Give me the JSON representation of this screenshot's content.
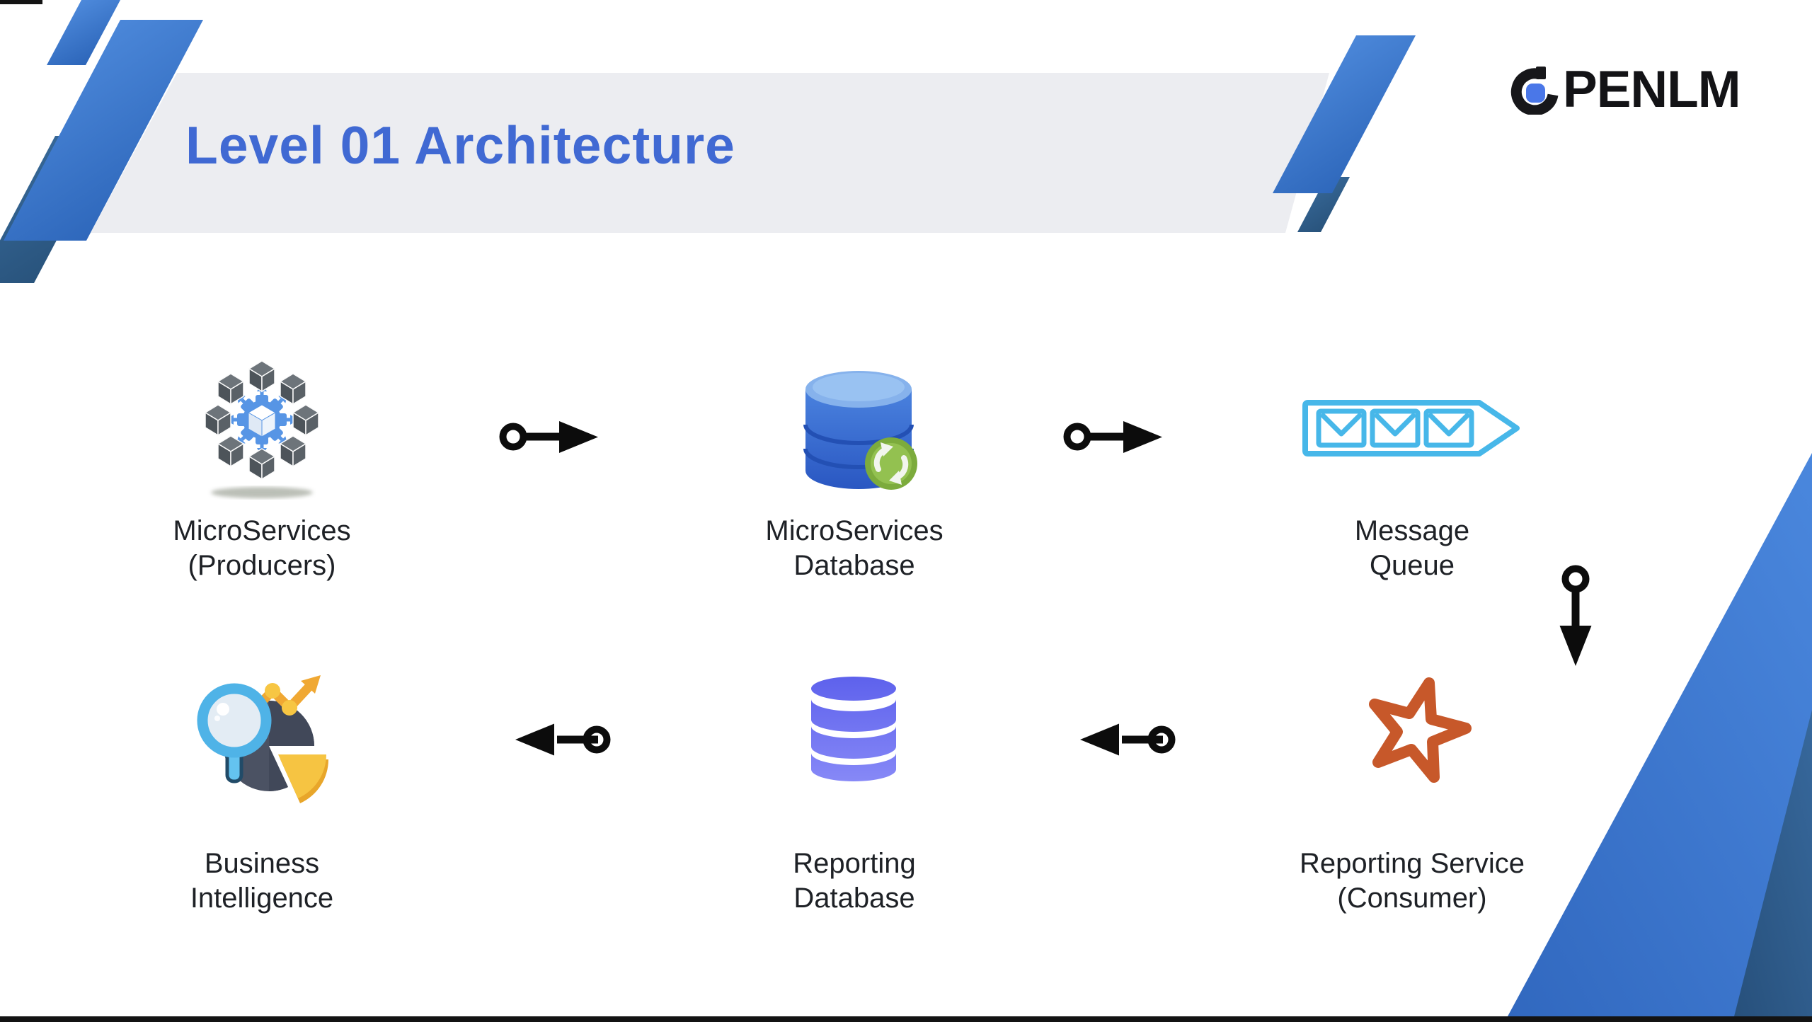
{
  "banner": {
    "title": "Level 01 Architecture"
  },
  "brand": {
    "name": "OPENLM",
    "wordmark_tail": "PENLM"
  },
  "diagram": {
    "nodes": [
      {
        "id": "microservices-producers",
        "line1": "MicroServices",
        "line2": "(Producers)",
        "icon": "microservices-hub-icon"
      },
      {
        "id": "microservices-database",
        "line1": "MicroServices",
        "line2": "Database",
        "icon": "blue-database-sync-icon"
      },
      {
        "id": "message-queue",
        "line1": "Message",
        "line2": "Queue",
        "icon": "message-queue-envelopes-icon"
      },
      {
        "id": "reporting-service-consumer",
        "line1": "Reporting Service",
        "line2": "(Consumer)",
        "icon": "orange-star-icon"
      },
      {
        "id": "reporting-database",
        "line1": "Reporting",
        "line2": "Database",
        "icon": "indigo-database-icon"
      },
      {
        "id": "business-intelligence",
        "line1": "Business",
        "line2": "Intelligence",
        "icon": "bi-pie-magnifier-icon"
      }
    ],
    "edges": [
      {
        "from": "microservices-producers",
        "to": "microservices-database",
        "direction": "right"
      },
      {
        "from": "microservices-database",
        "to": "message-queue",
        "direction": "right"
      },
      {
        "from": "message-queue",
        "to": "reporting-service-consumer",
        "direction": "down"
      },
      {
        "from": "reporting-service-consumer",
        "to": "reporting-database",
        "direction": "left"
      },
      {
        "from": "reporting-database",
        "to": "business-intelligence",
        "direction": "left"
      }
    ]
  },
  "colors": {
    "title_blue": "#4069d3",
    "banner_gray": "#ecedf1",
    "accent_band_blue": "#3d7ad6",
    "accent_band_dark": "#2f5d8e",
    "queue_blue": "#47b7e9",
    "star_orange": "#c7582a",
    "reporting_db_indigo": "#6d6ff2",
    "ms_db_blue": "#3a6fd2",
    "badge_green": "#8fbf4b",
    "arrow_black": "#0c0c0c",
    "logo_dot_blue": "#4a77e8"
  }
}
